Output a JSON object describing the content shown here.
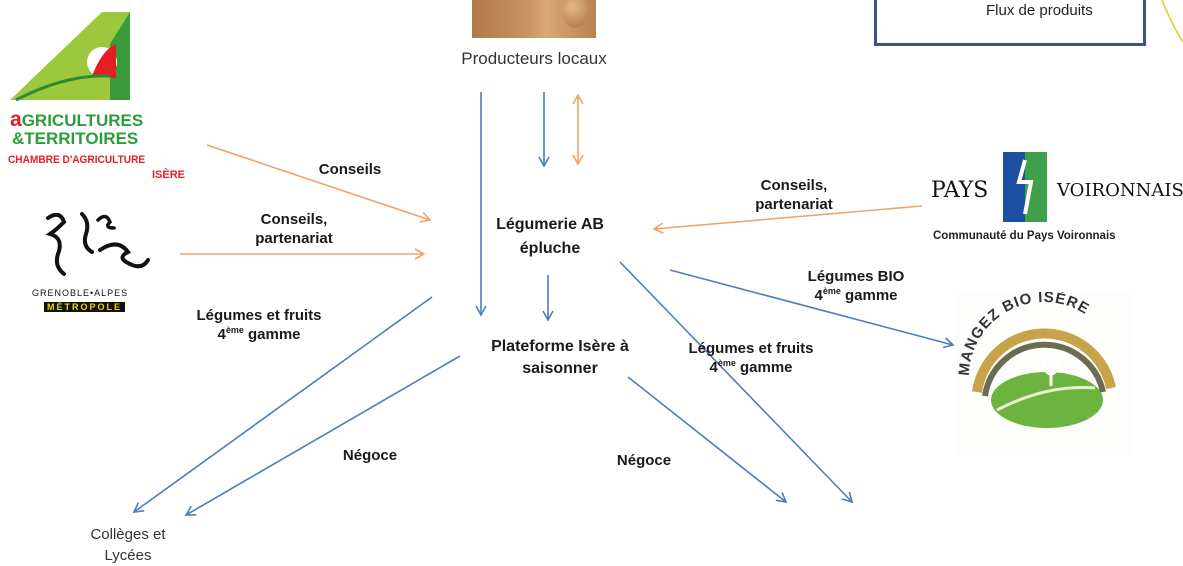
{
  "legend": {
    "label": "Flux de produits"
  },
  "nodes": {
    "producteurs": "Producteurs locaux",
    "legumerie_line1": "Légumerie AB",
    "legumerie_line2": "épluche",
    "plateforme_line1": "Plateforme Isère à",
    "plateforme_line2": "saisonner",
    "colleges_line1": "Collèges et",
    "colleges_line2": "Lycées"
  },
  "edge_labels": {
    "conseils_agri": "Conseils",
    "conseils_metro_line1": "Conseils,",
    "conseils_metro_line2": "partenariat",
    "conseils_pays_line1": "Conseils,",
    "conseils_pays_line2": "partenariat",
    "legumes_bio_line1": "Légumes BIO",
    "legumes_bio_num": "4",
    "legumes_bio_sup": "ème",
    "legumes_bio_rest": " gamme",
    "legfruits_left_line1": "Légumes et fruits",
    "legfruits_left_num": "4",
    "legfruits_left_sup": "ème",
    "legfruits_left_rest": " gamme",
    "legfruits_right_line1": "Légumes et fruits",
    "legfruits_right_num": "4",
    "legfruits_right_sup": "ème",
    "legfruits_right_rest": " gamme",
    "negoce_left": "Négoce",
    "negoce_right": "Négoce"
  },
  "logos": {
    "agri_line1_a": "a",
    "agri_line1": "GRICULTURES",
    "agri_line2": "&TERRITOIRES",
    "agri_line3": "CHAMBRE D'AGRICULTURE",
    "agri_line4": "ISÈRE",
    "grenoble_line1": "GRENOBLE•ALPES",
    "grenoble_line2": "MÉTROPOLE",
    "pays_word1": "PAYS",
    "pays_word2": "VOIRONNAIS",
    "pays_sub": "Communauté du Pays Voironnais",
    "bio_text": "MANGEZ BIO ISÈRE"
  },
  "colors": {
    "product_flow": "#4f7cc0",
    "advice_flow": "#f0a36a",
    "legend_border": "#3b5487"
  }
}
